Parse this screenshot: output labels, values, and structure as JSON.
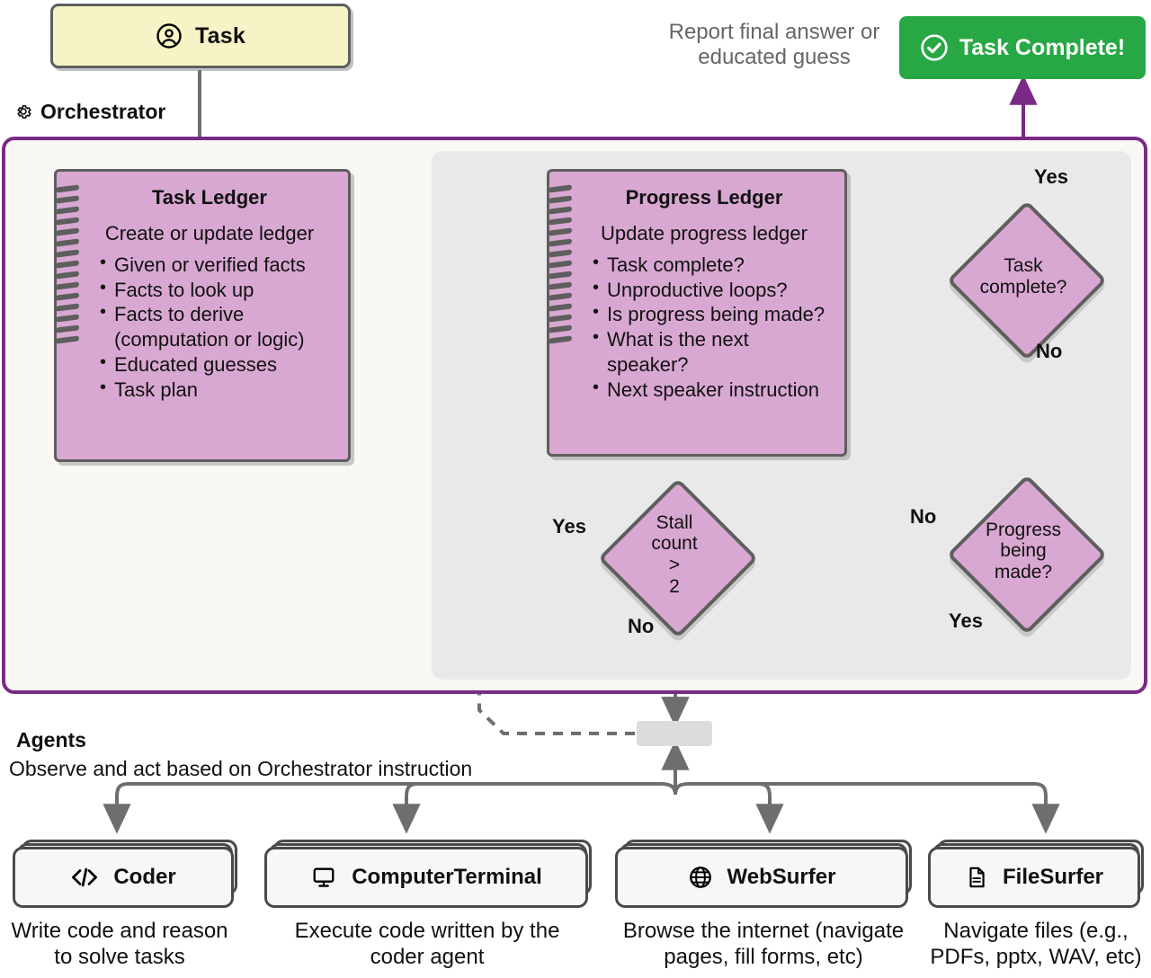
{
  "diagram": {
    "title": "Magentic-One Orchestrator Flow",
    "colors": {
      "orchestrator_border": "#7a2a86",
      "ledger_fill": "#d9a8d2",
      "task_fill": "#f6f4c6",
      "complete_green": "#27a844",
      "inner_panel": "#e9e9e9",
      "arrow_gray": "#6e6e6e",
      "arrow_purple": "#7a2a86"
    }
  },
  "task_box": {
    "label": "Task",
    "icon": "user-circle-icon"
  },
  "orchestrator": {
    "label": "Orchestrator",
    "icon": "gear-icon"
  },
  "task_ledger": {
    "title": "Task Ledger",
    "subtitle": "Create or update ledger",
    "items": [
      "Given or verified facts",
      "Facts to look up",
      "Facts to derive (computation or logic)",
      "Educated guesses",
      "Task plan"
    ]
  },
  "progress_ledger": {
    "title": "Progress Ledger",
    "subtitle": "Update progress ledger",
    "items": [
      "Task complete?",
      "Unproductive loops?",
      "Is progress being made?",
      "What is the next speaker?",
      "Next speaker instruction"
    ]
  },
  "decisions": [
    {
      "id": "task-complete",
      "line1": "Task",
      "line2": "complete?",
      "line3": ""
    },
    {
      "id": "progress-made",
      "line1": "Progress",
      "line2": "being",
      "line3": "made?"
    },
    {
      "id": "stall-count",
      "line1": "Stall",
      "line2": "count >",
      "line3": "2"
    }
  ],
  "edge_labels": {
    "task_complete_yes": "Yes",
    "task_complete_no": "No",
    "progress_no": "No",
    "progress_yes": "Yes",
    "stall_yes": "Yes",
    "stall_no": "No"
  },
  "completion": {
    "note": "Report final answer or educated guess",
    "badge_label": "Task Complete!",
    "badge_icon": "check-circle-icon"
  },
  "agents_section": {
    "title": "Agents",
    "subtitle": "Observe and act based on Orchestrator instruction",
    "agents": [
      {
        "name": "Coder",
        "icon": "code-icon",
        "caption": "Write code and reason to solve tasks"
      },
      {
        "name": "ComputerTerminal",
        "icon": "monitor-icon",
        "caption": "Execute code written by the coder agent"
      },
      {
        "name": "WebSurfer",
        "icon": "globe-icon",
        "caption": "Browse the internet (navigate pages, fill forms, etc)"
      },
      {
        "name": "FileSurfer",
        "icon": "document-icon",
        "caption": "Navigate files (e.g., PDFs, pptx, WAV, etc)"
      }
    ]
  }
}
